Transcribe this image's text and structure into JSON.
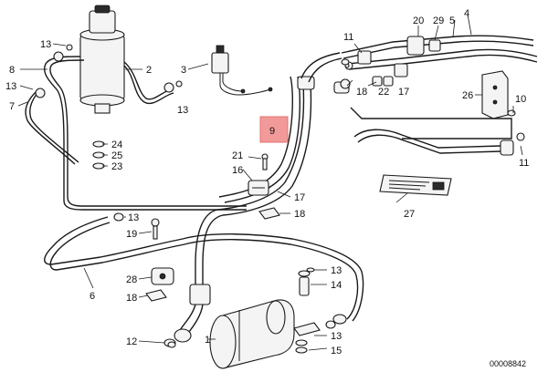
{
  "callouts": {
    "c1": "1",
    "c2": "2",
    "c3": "3",
    "c4": "4",
    "c5": "5",
    "c6": "6",
    "c7": "7",
    "c8": "8",
    "c9": "9",
    "c10": "10",
    "c11a": "11",
    "c11b": "11",
    "c12": "12",
    "c13a": "13",
    "c13b": "13",
    "c13c": "13",
    "c13d": "13",
    "c13e": "13",
    "c14": "14",
    "c15": "15",
    "c16": "16",
    "c17a": "17",
    "c17b": "17",
    "c18a": "18",
    "c18b": "18",
    "c19": "19",
    "c20": "20",
    "c21": "21",
    "c22": "22",
    "c23": "23",
    "c24": "24",
    "c25": "25",
    "c26": "26",
    "c27": "27",
    "c28": "28",
    "c29": "29"
  },
  "highlight_color": "#f29a9a",
  "reference_number": "00008842"
}
